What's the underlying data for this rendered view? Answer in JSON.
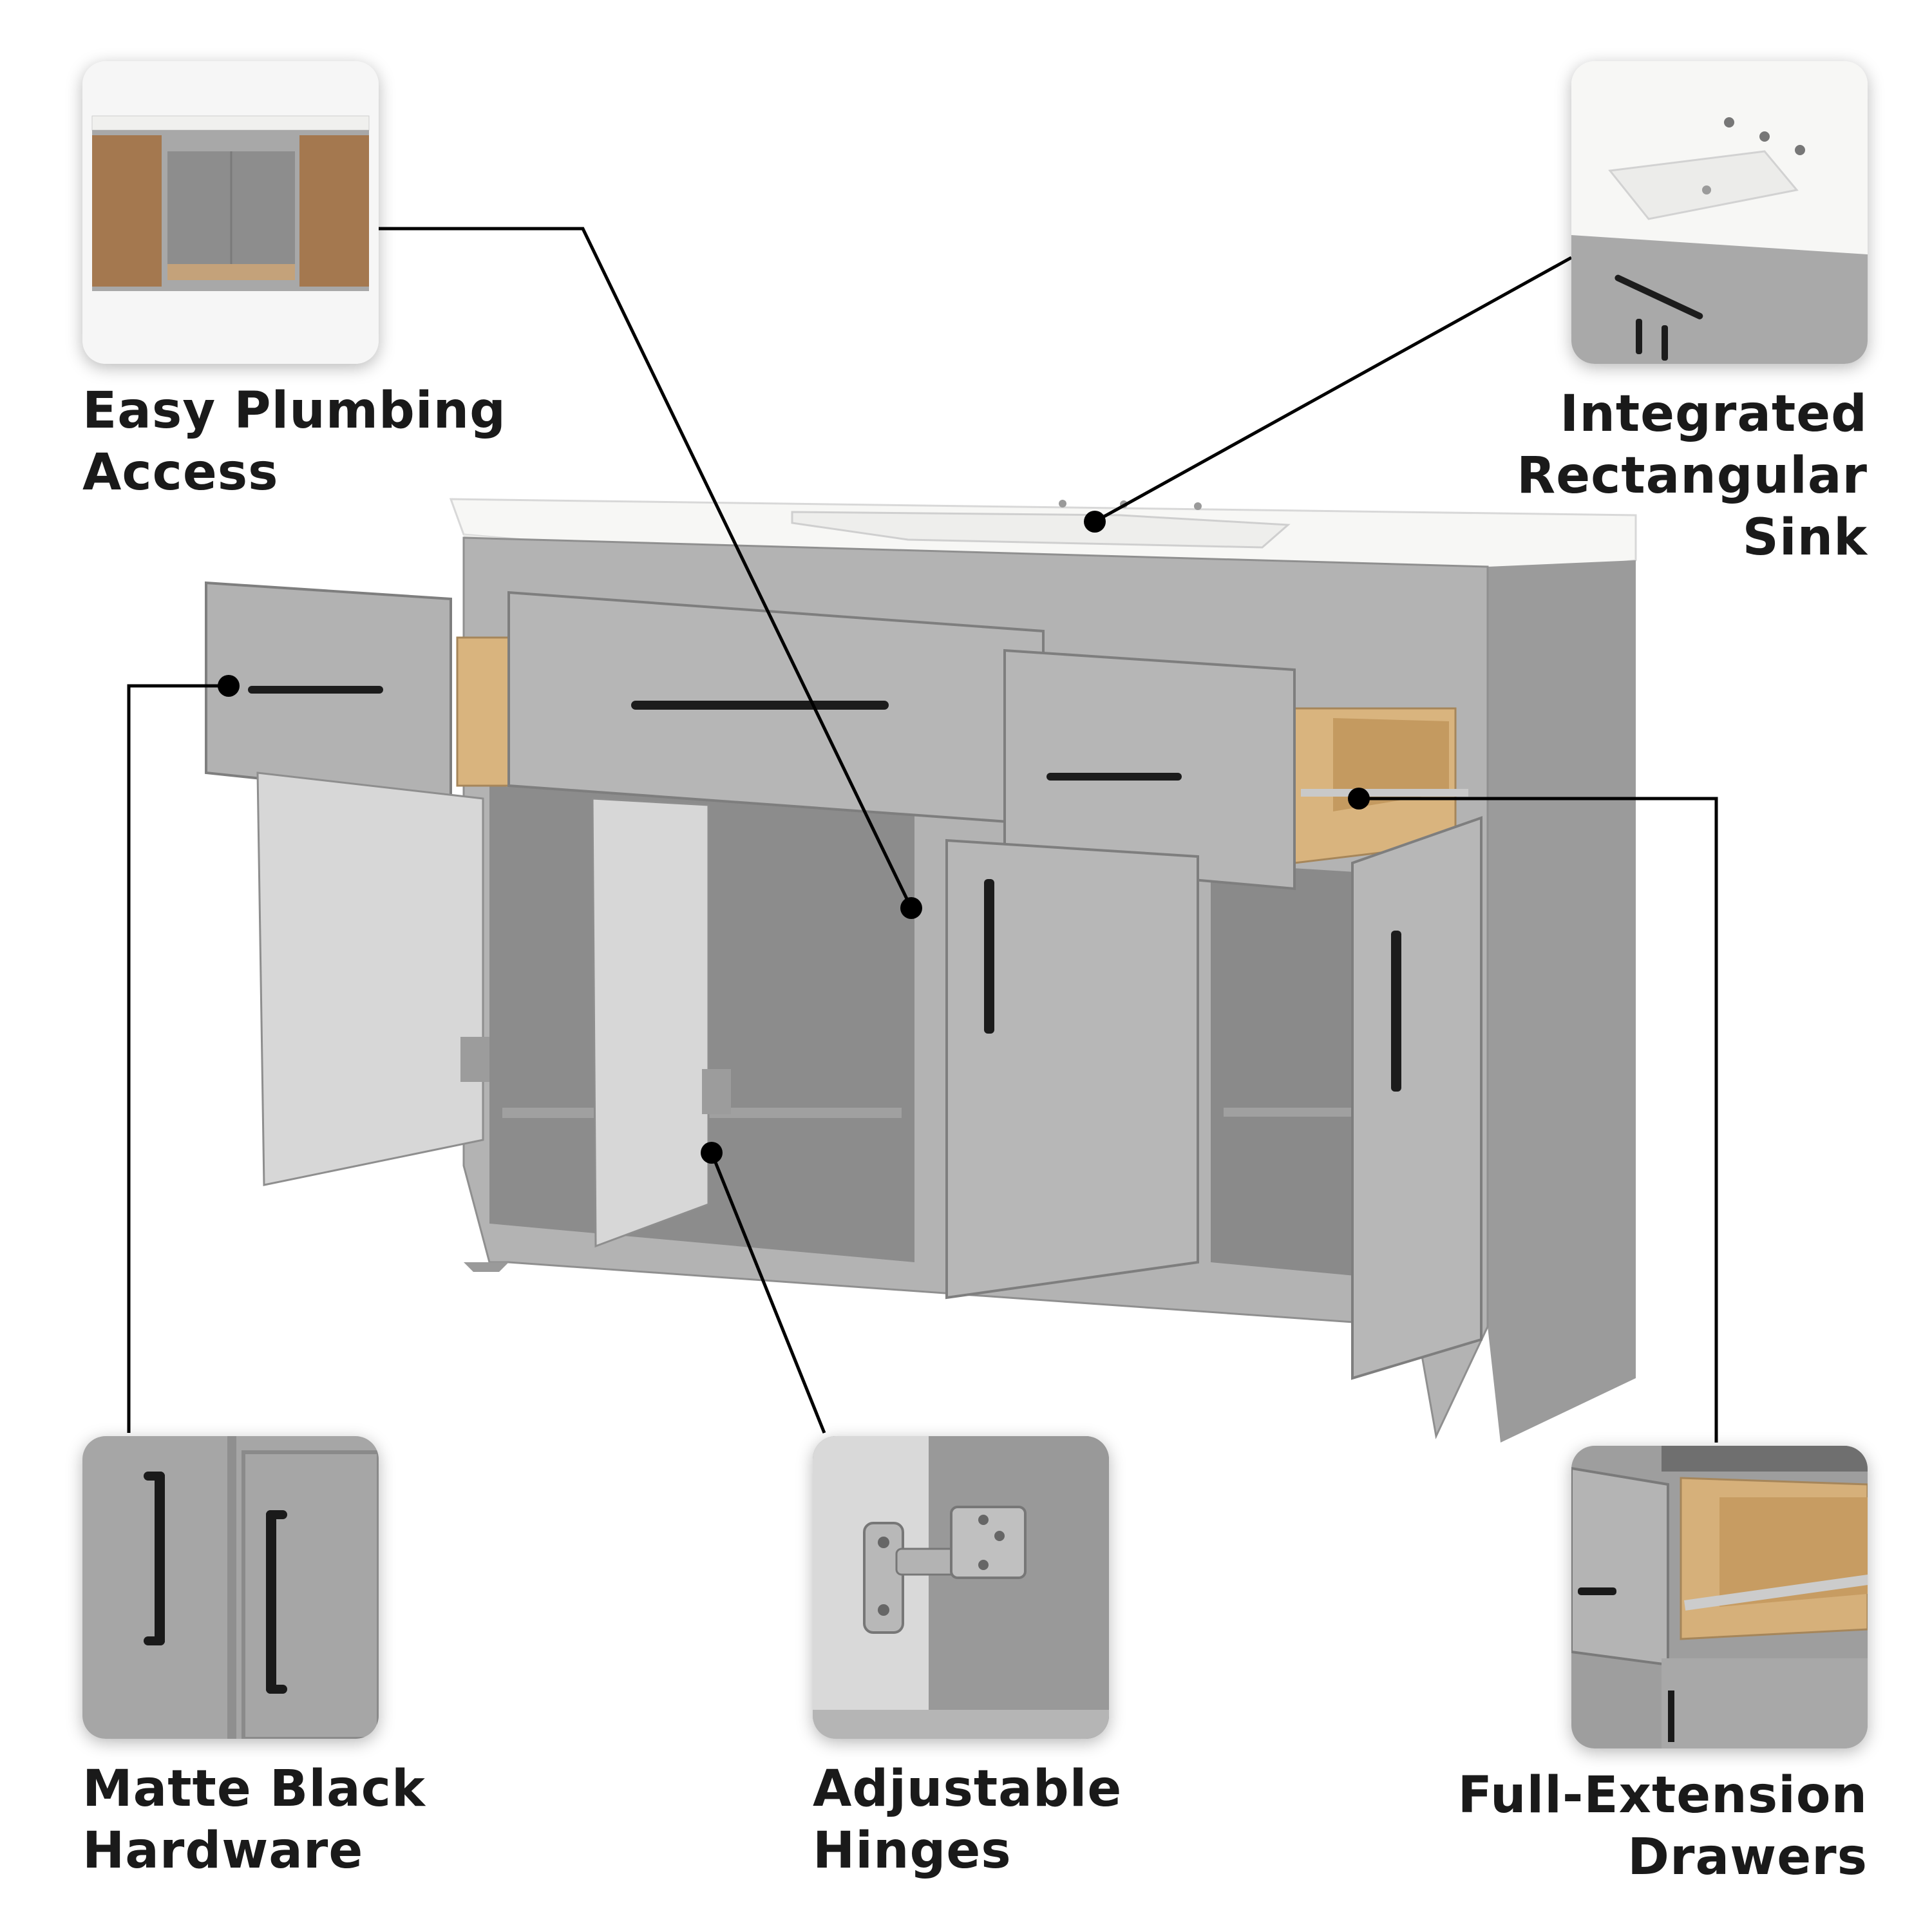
{
  "features": {
    "plumbing": {
      "line1": "Easy Plumbing",
      "line2": "Access"
    },
    "sink": {
      "line1": "Integrated",
      "line2": "Rectangular",
      "line3": "Sink"
    },
    "hardware": {
      "line1": "Matte Black",
      "line2": "Hardware"
    },
    "hinges": {
      "line1": "Adjustable",
      "line2": "Hinges"
    },
    "drawers": {
      "line1": "Full-Extension",
      "line2": "Drawers"
    }
  },
  "colors": {
    "cabinet_gray": "#a9a9a9",
    "countertop_white": "#f7f7f5",
    "hardware_black": "#1c1c1c",
    "drawer_wood": "#d9b47e",
    "callout_line": "#000000"
  }
}
